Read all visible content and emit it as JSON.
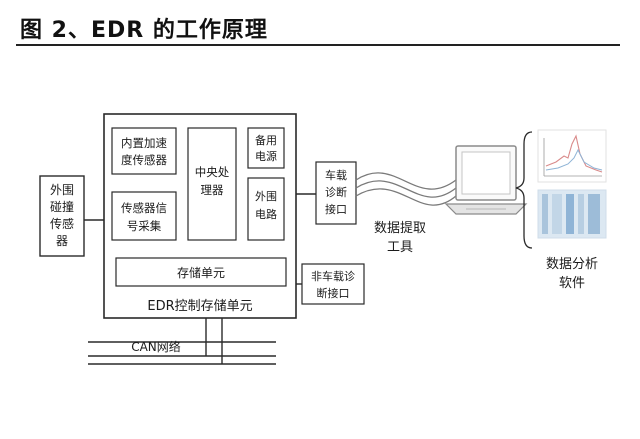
{
  "figure": {
    "title": "图 2、EDR 的工作原理"
  },
  "diagram": {
    "external_collision_sensor": [
      "外围",
      "碰撞",
      "传感",
      "器"
    ],
    "builtin_accel_sensor": [
      "内置加速",
      "度传感器"
    ],
    "sensor_signal_acquisition": [
      "传感器信",
      "号采集"
    ],
    "cpu": [
      "中央处",
      "理器"
    ],
    "backup_power": [
      "备用",
      "电源"
    ],
    "external_circuit": [
      "外围",
      "电路"
    ],
    "storage_unit": "存储单元",
    "control_storage_unit": "EDR控制存储单元",
    "onboard_diagnostic_port": [
      "车载",
      "诊断",
      "接口"
    ],
    "offboard_diagnostic_port": [
      "非车载诊",
      "断接口"
    ],
    "data_extraction_tool": [
      "数据提取",
      "工具"
    ],
    "data_analysis_software": [
      "数据分析",
      "软件"
    ],
    "can_network": "CAN网络"
  },
  "colors": {
    "line": "#2a2a2a",
    "cable": "#7a7a7a",
    "chart_blue": "#8fb4d6",
    "chart_red": "#d98a8a"
  }
}
